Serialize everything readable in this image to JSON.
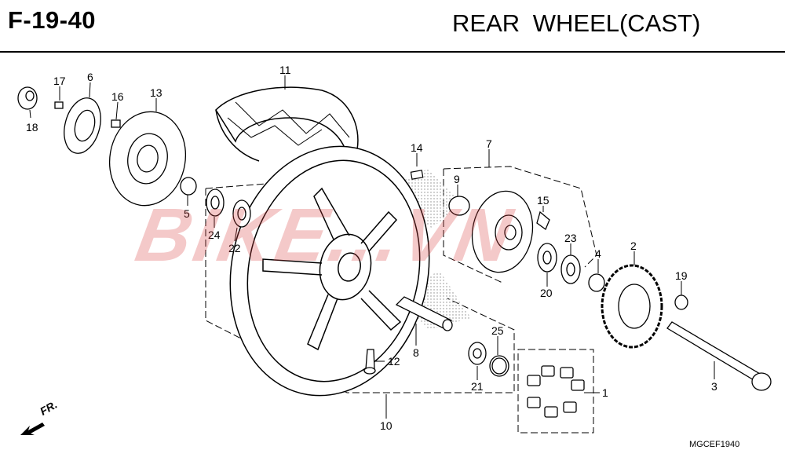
{
  "header": {
    "code": "F-19-40",
    "title": "REAR  WHEEL(CAST)"
  },
  "watermark": "BIKE...VN",
  "direction": {
    "label": "FR.",
    "icon": "arrow-left-down-icon"
  },
  "catalog_code": "MGCEF1940",
  "part_labels": {
    "p1": "1",
    "p2": "2",
    "p3": "3",
    "p4": "4",
    "p5": "5",
    "p6": "6",
    "p7": "7",
    "p8": "8",
    "p9": "9",
    "p10": "10",
    "p11": "11",
    "p12": "12",
    "p13": "13",
    "p14": "14",
    "p15": "15",
    "p16": "16",
    "p17": "17",
    "p18": "18",
    "p19": "19",
    "p20": "20",
    "p21": "21",
    "p22": "22",
    "p23": "23",
    "p24": "24",
    "p25": "25"
  }
}
